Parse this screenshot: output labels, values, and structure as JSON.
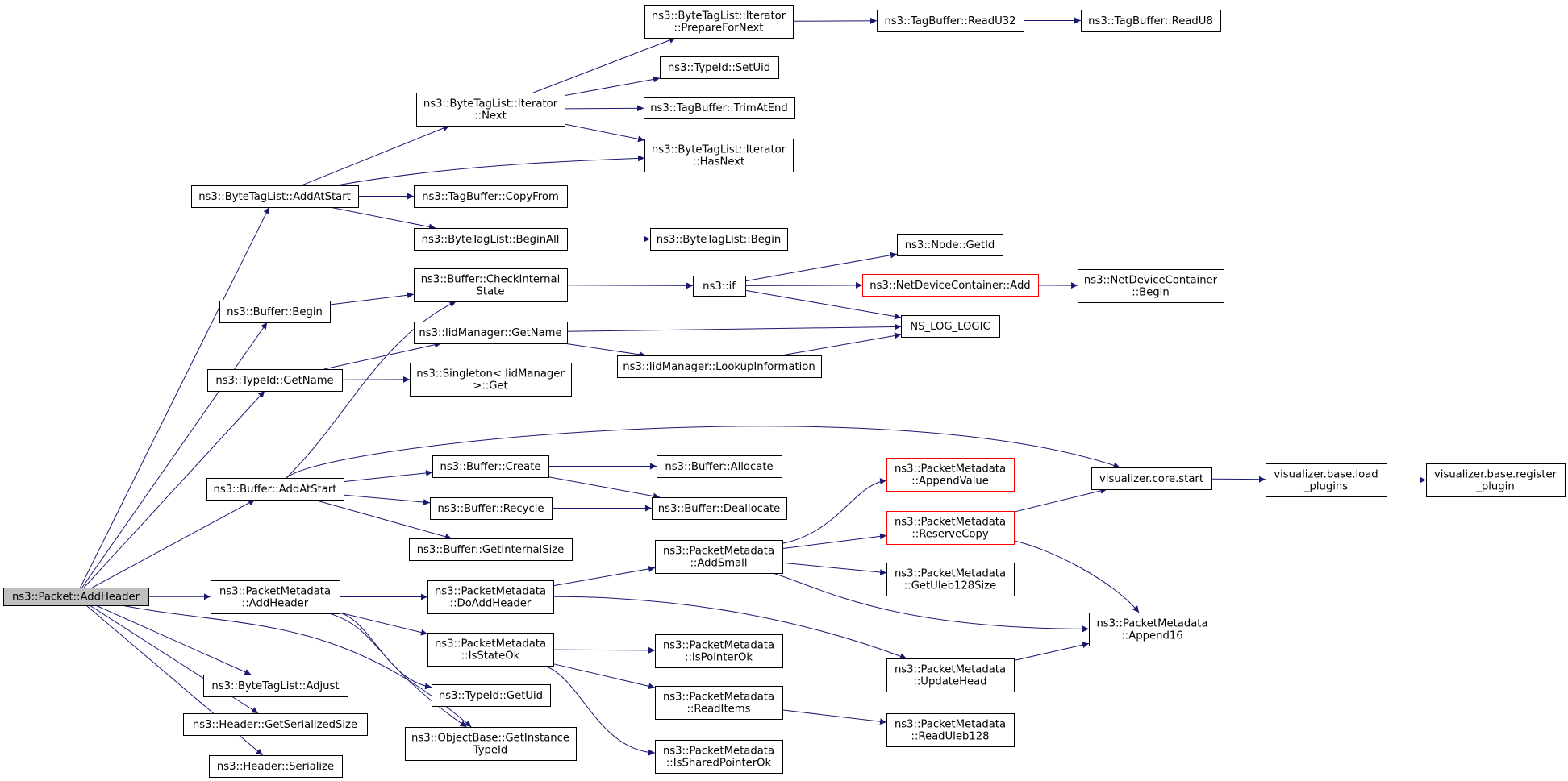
{
  "colors": {
    "edge": "#191970",
    "border": "#000000",
    "highlight_border": "#ff0000",
    "root_fill": "#bfbfbf",
    "node_fill": "#ffffff"
  },
  "nodes": [
    {
      "id": "root",
      "lines": [
        "ns3::Packet::AddHeader"
      ],
      "style": "root"
    },
    {
      "id": "btl_addatstart",
      "lines": [
        "ns3::ByteTagList::AddAtStart"
      ]
    },
    {
      "id": "buf_begin",
      "lines": [
        "ns3::Buffer::Begin"
      ]
    },
    {
      "id": "typeid_getname",
      "lines": [
        "ns3::TypeId::GetName"
      ]
    },
    {
      "id": "buf_addatstart",
      "lines": [
        "ns3::Buffer::AddAtStart"
      ]
    },
    {
      "id": "pm_addheader",
      "lines": [
        "ns3::PacketMetadata",
        "::AddHeader"
      ]
    },
    {
      "id": "btl_adjust",
      "lines": [
        "ns3::ByteTagList::Adjust"
      ]
    },
    {
      "id": "hdr_getsersize",
      "lines": [
        "ns3::Header::GetSerializedSize"
      ]
    },
    {
      "id": "hdr_serialize",
      "lines": [
        "ns3::Header::Serialize"
      ]
    },
    {
      "id": "btli_next",
      "lines": [
        "ns3::ByteTagList::Iterator",
        "::Next"
      ]
    },
    {
      "id": "tb_copyfrom",
      "lines": [
        "ns3::TagBuffer::CopyFrom"
      ]
    },
    {
      "id": "btl_beginall",
      "lines": [
        "ns3::ByteTagList::BeginAll"
      ]
    },
    {
      "id": "buf_checkinternal",
      "lines": [
        "ns3::Buffer::CheckInternal",
        "State"
      ]
    },
    {
      "id": "iid_getname",
      "lines": [
        "ns3::IidManager::GetName"
      ]
    },
    {
      "id": "singleton_get",
      "lines": [
        "ns3::Singleton< IidManager",
        ">::Get"
      ]
    },
    {
      "id": "buf_create",
      "lines": [
        "ns3::Buffer::Create"
      ]
    },
    {
      "id": "buf_recycle",
      "lines": [
        "ns3::Buffer::Recycle"
      ]
    },
    {
      "id": "buf_getinternalsize",
      "lines": [
        "ns3::Buffer::GetInternalSize"
      ]
    },
    {
      "id": "pm_doaddheader",
      "lines": [
        "ns3::PacketMetadata",
        "::DoAddHeader"
      ]
    },
    {
      "id": "pm_isstateok",
      "lines": [
        "ns3::PacketMetadata",
        "::IsStateOk"
      ]
    },
    {
      "id": "typeid_getuid",
      "lines": [
        "ns3::TypeId::GetUid"
      ]
    },
    {
      "id": "ob_getinstancetypeid",
      "lines": [
        "ns3::ObjectBase::GetInstance",
        "TypeId"
      ]
    },
    {
      "id": "btli_preparefornext",
      "lines": [
        "ns3::ByteTagList::Iterator",
        "::PrepareForNext"
      ]
    },
    {
      "id": "typeid_setuid",
      "lines": [
        "ns3::TypeId::SetUid"
      ]
    },
    {
      "id": "tb_trimatend",
      "lines": [
        "ns3::TagBuffer::TrimAtEnd"
      ]
    },
    {
      "id": "btli_hasnext",
      "lines": [
        "ns3::ByteTagList::Iterator",
        "::HasNext"
      ]
    },
    {
      "id": "btl_begin",
      "lines": [
        "ns3::ByteTagList::Begin"
      ]
    },
    {
      "id": "ns3_if",
      "lines": [
        "ns3::if"
      ]
    },
    {
      "id": "iid_lookupinfo",
      "lines": [
        "ns3::IidManager::LookupInformation"
      ]
    },
    {
      "id": "buf_allocate",
      "lines": [
        "ns3::Buffer::Allocate"
      ]
    },
    {
      "id": "buf_deallocate",
      "lines": [
        "ns3::Buffer::Deallocate"
      ]
    },
    {
      "id": "pm_addsmall",
      "lines": [
        "ns3::PacketMetadata",
        "::AddSmall"
      ]
    },
    {
      "id": "pm_ispointerok",
      "lines": [
        "ns3::PacketMetadata",
        "::IsPointerOk"
      ]
    },
    {
      "id": "pm_readitems",
      "lines": [
        "ns3::PacketMetadata",
        "::ReadItems"
      ]
    },
    {
      "id": "pm_issharedpointerok",
      "lines": [
        "ns3::PacketMetadata",
        "::IsSharedPointerOk"
      ]
    },
    {
      "id": "tb_readu32",
      "lines": [
        "ns3::TagBuffer::ReadU32"
      ]
    },
    {
      "id": "node_getid",
      "lines": [
        "ns3::Node::GetId"
      ]
    },
    {
      "id": "ndc_add",
      "lines": [
        "ns3::NetDeviceContainer::Add"
      ],
      "style": "highlight"
    },
    {
      "id": "ns_log_logic",
      "lines": [
        "NS_LOG_LOGIC"
      ]
    },
    {
      "id": "pm_appendvalue",
      "lines": [
        "ns3::PacketMetadata",
        "::AppendValue"
      ],
      "style": "highlight"
    },
    {
      "id": "pm_reservecopy",
      "lines": [
        "ns3::PacketMetadata",
        "::ReserveCopy"
      ],
      "style": "highlight"
    },
    {
      "id": "pm_getuleb128size",
      "lines": [
        "ns3::PacketMetadata",
        "::GetUleb128Size"
      ]
    },
    {
      "id": "pm_updatehead",
      "lines": [
        "ns3::PacketMetadata",
        "::UpdateHead"
      ]
    },
    {
      "id": "pm_readuleb128",
      "lines": [
        "ns3::PacketMetadata",
        "::ReadUleb128"
      ]
    },
    {
      "id": "tb_readu8",
      "lines": [
        "ns3::TagBuffer::ReadU8"
      ]
    },
    {
      "id": "ndc_begin",
      "lines": [
        "ns3::NetDeviceContainer",
        "::Begin"
      ]
    },
    {
      "id": "vis_core_start",
      "lines": [
        "visualizer.core.start"
      ]
    },
    {
      "id": "pm_append16",
      "lines": [
        "ns3::PacketMetadata",
        "::Append16"
      ]
    },
    {
      "id": "vis_base_load",
      "lines": [
        "visualizer.base.load",
        "_plugins"
      ]
    },
    {
      "id": "vis_base_register",
      "lines": [
        "visualizer.base.register",
        "_plugin"
      ]
    }
  ],
  "edges": [
    [
      "root",
      "btl_addatstart"
    ],
    [
      "root",
      "buf_begin"
    ],
    [
      "root",
      "typeid_getname"
    ],
    [
      "root",
      "buf_addatstart"
    ],
    [
      "root",
      "pm_addheader"
    ],
    [
      "root",
      "btl_adjust"
    ],
    [
      "root",
      "hdr_getsersize"
    ],
    [
      "root",
      "hdr_serialize"
    ],
    [
      "root",
      "ob_getinstancetypeid"
    ],
    [
      "btl_addatstart",
      "btli_next"
    ],
    [
      "btl_addatstart",
      "btli_hasnext"
    ],
    [
      "btl_addatstart",
      "tb_copyfrom"
    ],
    [
      "btl_addatstart",
      "btl_beginall"
    ],
    [
      "btli_next",
      "btli_preparefornext"
    ],
    [
      "btli_next",
      "typeid_setuid"
    ],
    [
      "btli_next",
      "tb_trimatend"
    ],
    [
      "btli_next",
      "btli_hasnext"
    ],
    [
      "btli_preparefornext",
      "tb_readu32"
    ],
    [
      "tb_readu32",
      "tb_readu8"
    ],
    [
      "btl_beginall",
      "btl_begin"
    ],
    [
      "buf_begin",
      "buf_checkinternal"
    ],
    [
      "buf_checkinternal",
      "ns3_if"
    ],
    [
      "ns3_if",
      "node_getid"
    ],
    [
      "ns3_if",
      "ndc_add"
    ],
    [
      "ns3_if",
      "ns_log_logic"
    ],
    [
      "ndc_add",
      "ndc_begin"
    ],
    [
      "typeid_getname",
      "iid_getname"
    ],
    [
      "typeid_getname",
      "singleton_get"
    ],
    [
      "iid_getname",
      "ns_log_logic"
    ],
    [
      "iid_getname",
      "iid_lookupinfo"
    ],
    [
      "iid_lookupinfo",
      "ns_log_logic"
    ],
    [
      "buf_addatstart",
      "buf_checkinternal"
    ],
    [
      "buf_addatstart",
      "vis_core_start"
    ],
    [
      "buf_addatstart",
      "buf_create"
    ],
    [
      "buf_addatstart",
      "buf_recycle"
    ],
    [
      "buf_addatstart",
      "buf_getinternalsize"
    ],
    [
      "buf_create",
      "buf_allocate"
    ],
    [
      "buf_create",
      "buf_deallocate"
    ],
    [
      "buf_recycle",
      "buf_deallocate"
    ],
    [
      "vis_core_start",
      "vis_base_load"
    ],
    [
      "vis_base_load",
      "vis_base_register"
    ],
    [
      "pm_addheader",
      "pm_doaddheader"
    ],
    [
      "pm_addheader",
      "pm_isstateok"
    ],
    [
      "pm_addheader",
      "typeid_getuid"
    ],
    [
      "pm_addheader",
      "ob_getinstancetypeid"
    ],
    [
      "pm_doaddheader",
      "pm_addsmall"
    ],
    [
      "pm_doaddheader",
      "pm_updatehead"
    ],
    [
      "pm_addsmall",
      "pm_appendvalue"
    ],
    [
      "pm_addsmall",
      "pm_reservecopy"
    ],
    [
      "pm_addsmall",
      "pm_getuleb128size"
    ],
    [
      "pm_addsmall",
      "pm_append16"
    ],
    [
      "pm_reservecopy",
      "vis_core_start"
    ],
    [
      "pm_reservecopy",
      "pm_append16"
    ],
    [
      "pm_updatehead",
      "pm_append16"
    ],
    [
      "pm_isstateok",
      "pm_ispointerok"
    ],
    [
      "pm_isstateok",
      "pm_readitems"
    ],
    [
      "pm_isstateok",
      "pm_issharedpointerok"
    ],
    [
      "pm_readitems",
      "pm_readuleb128"
    ]
  ]
}
